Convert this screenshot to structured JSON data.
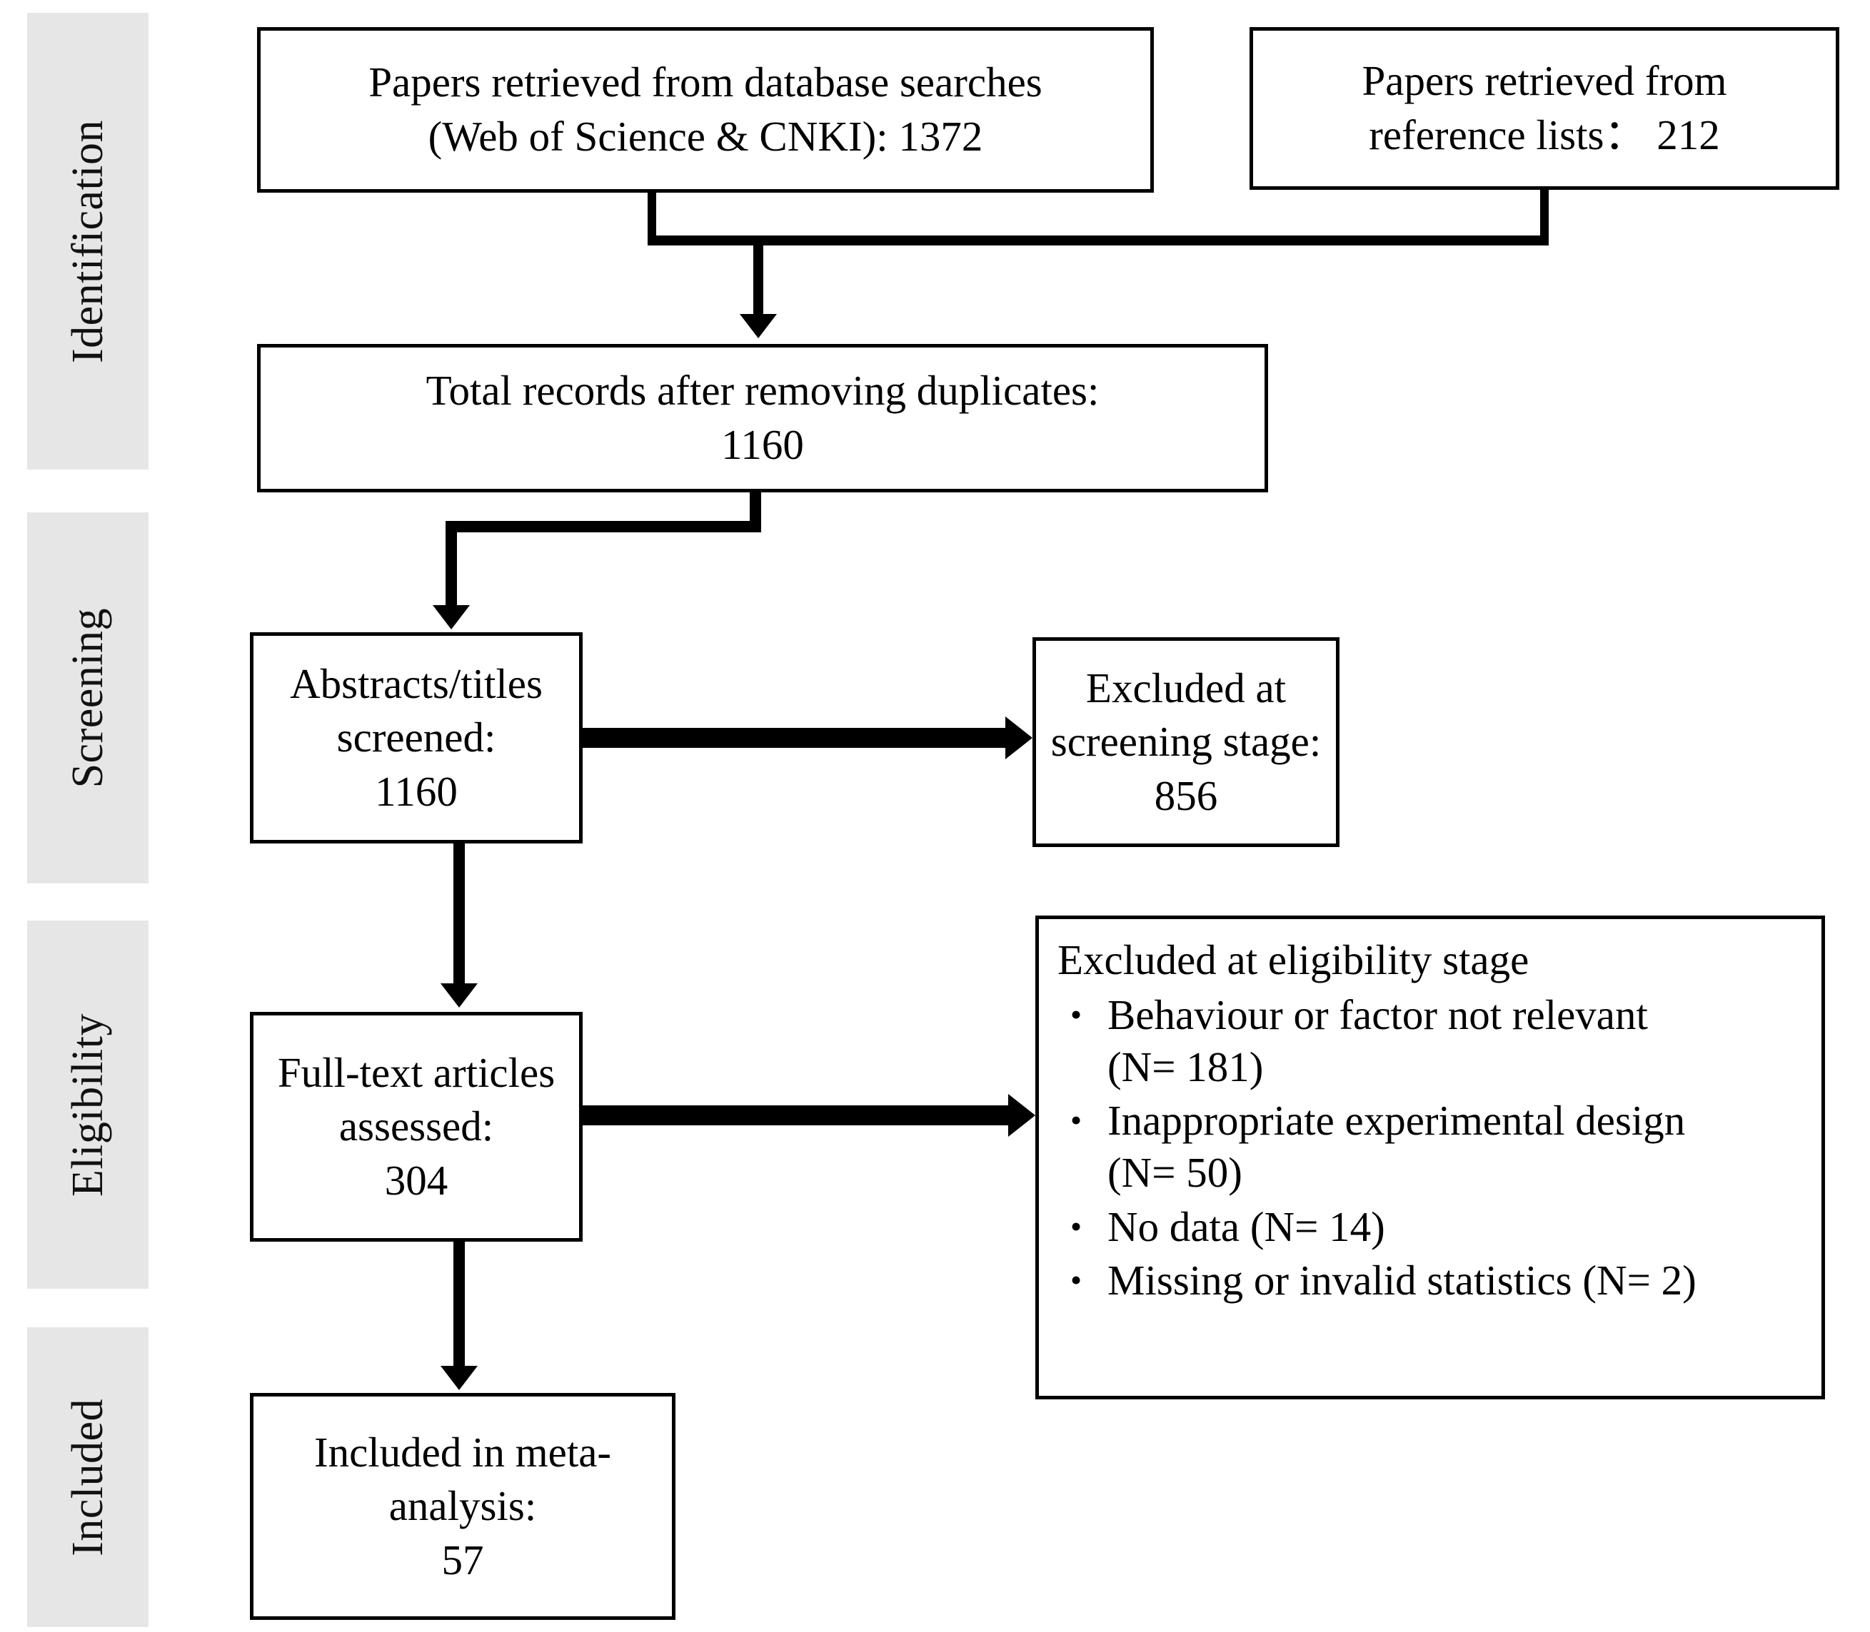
{
  "diagram": {
    "title": "PRISMA study selection flow diagram",
    "type": "prisma-flowchart"
  },
  "stages": [
    {
      "id": "identification",
      "label": "Identification"
    },
    {
      "id": "screening",
      "label": "Screening"
    },
    {
      "id": "eligibility",
      "label": "Eligibility"
    },
    {
      "id": "included",
      "label": "Included"
    }
  ],
  "boxes": {
    "database_searches": {
      "line1": "Papers retrieved from database searches",
      "line2": "(Web of Science & CNKI): 1372",
      "count": 1372
    },
    "reference_lists": {
      "line1": "Papers retrieved from",
      "line2": "reference lists： 212",
      "count": 212
    },
    "after_duplicates": {
      "line1": "Total records after removing duplicates:",
      "line2": "1160",
      "count": 1160
    },
    "screened": {
      "line1": "Abstracts/titles",
      "line2": "screened:",
      "line3": "1160",
      "count": 1160
    },
    "excluded_screening": {
      "line1": "Excluded at",
      "line2": "screening stage:",
      "line3": "856",
      "count": 856
    },
    "fulltext_assessed": {
      "line1": "Full-text articles",
      "line2": "assessed:",
      "line3": "304",
      "count": 304
    },
    "excluded_eligibility": {
      "heading": "Excluded at eligibility stage",
      "bullet_glyph": "•",
      "reasons": [
        {
          "text_line1": "Behaviour or factor not relevant",
          "text_line2": "(N= 181)",
          "n": 181
        },
        {
          "text_line1": "Inappropriate experimental design",
          "text_line2": "(N= 50)",
          "n": 50
        },
        {
          "text_line1": "No data (N= 14)",
          "text_line2": "",
          "n": 14
        },
        {
          "text_line1": "Missing or invalid statistics (N= 2)",
          "text_line2": "",
          "n": 2
        }
      ]
    },
    "included_meta": {
      "line1": "Included in meta-",
      "line2": "analysis:",
      "line3": "57",
      "count": 57
    }
  },
  "colors": {
    "stage_bar_background": "#e6e6e6",
    "box_border": "#000000",
    "box_background": "#ffffff",
    "text": "#000000",
    "connector": "#000000"
  }
}
